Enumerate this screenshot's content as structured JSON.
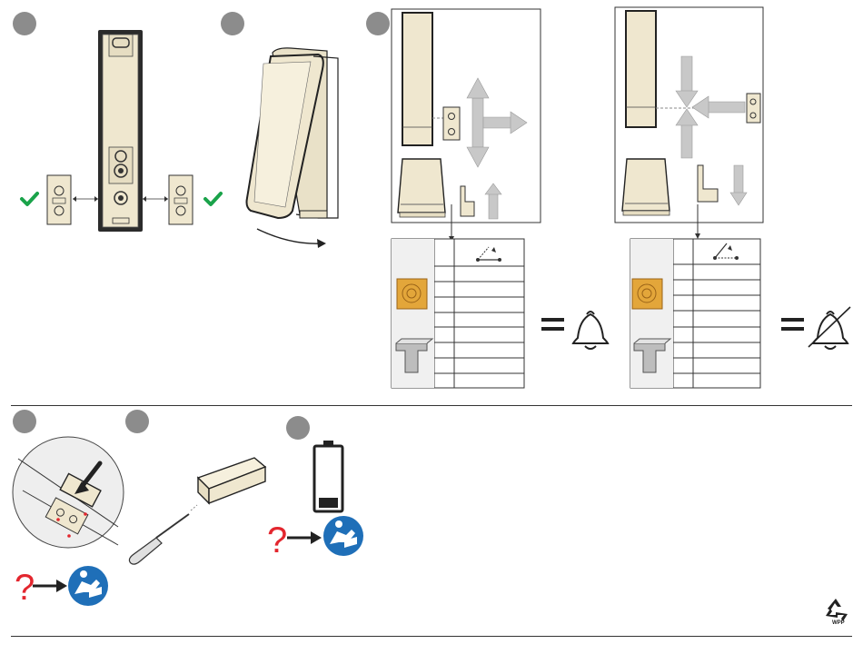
{
  "steps": {
    "count": 6,
    "color": "#8c8c8c"
  },
  "colors": {
    "device_body": "#efe7cf",
    "device_outline": "#222222",
    "check_green": "#1aa34a",
    "arrow_gray": "#c8c8c8",
    "question_red": "#e3262e",
    "manual_blue": "#1f6fb8",
    "wood": "#e3a63a",
    "battery_fill": "#222222"
  },
  "icons": {
    "check": "check-icon",
    "bell": "bell-icon",
    "bell_muted": "bell-muted-icon",
    "manual": "read-manual-icon",
    "question": "question-mark-icon",
    "battery": "battery-low-icon",
    "recycle": "recycle-icon"
  },
  "tables": {
    "left": {
      "rows_wood": 4,
      "rows_metal": 4,
      "header_icon": "switch-closed-icon"
    },
    "right": {
      "rows_wood": 4,
      "rows_metal": 4,
      "header_icon": "switch-open-icon"
    }
  },
  "recycle_label": "WPP"
}
